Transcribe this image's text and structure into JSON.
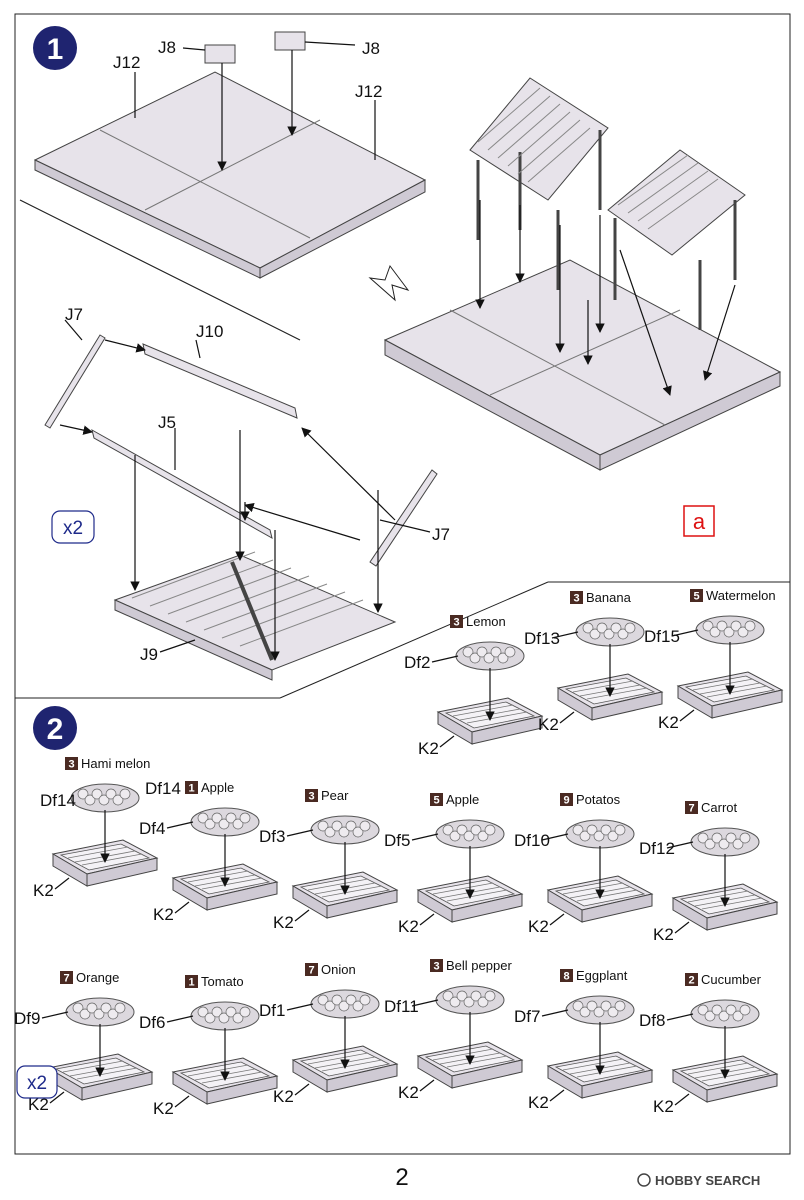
{
  "step1": {
    "number": "1",
    "labels": {
      "j8_left": "J8",
      "j8_right": "J8",
      "j12_left": "J12",
      "j12_right": "J12",
      "j7_top": "J7",
      "j10": "J10",
      "j5": "J5",
      "j7_right": "J7",
      "j9": "J9"
    },
    "multiplier": "x2",
    "assembly_letter": "a"
  },
  "step2": {
    "number": "2",
    "crate_label": "K2",
    "items": [
      {
        "qty": "3",
        "name": "Lemon",
        "part": "Df2"
      },
      {
        "qty": "3",
        "name": "Banana",
        "part": "Df13"
      },
      {
        "qty": "5",
        "name": "Watermelon",
        "part": "Df15"
      },
      {
        "qty": "3",
        "name": "Hami melon",
        "part_a": "Df14",
        "part_b": "Df14"
      },
      {
        "qty": "1",
        "name": "Apple",
        "part": "Df4"
      },
      {
        "qty": "3",
        "name": "Pear",
        "part": "Df3"
      },
      {
        "qty": "5",
        "name": "Apple",
        "part": "Df5"
      },
      {
        "qty": "9",
        "name": "Potatos",
        "part": "Df10"
      },
      {
        "qty": "7",
        "name": "Carrot",
        "part": "Df12"
      },
      {
        "qty": "7",
        "name": "Orange",
        "part": "Df9"
      },
      {
        "qty": "1",
        "name": "Tomato",
        "part": "Df6"
      },
      {
        "qty": "7",
        "name": "Onion",
        "part": "Df1"
      },
      {
        "qty": "3",
        "name": "Bell pepper",
        "part": "Df11"
      },
      {
        "qty": "8",
        "name": "Eggplant",
        "part": "Df7"
      },
      {
        "qty": "2",
        "name": "Cucumber",
        "part": "Df8"
      }
    ],
    "multiplier": "x2"
  },
  "footer": {
    "page": "2",
    "brand": "HOBBY SEARCH"
  }
}
